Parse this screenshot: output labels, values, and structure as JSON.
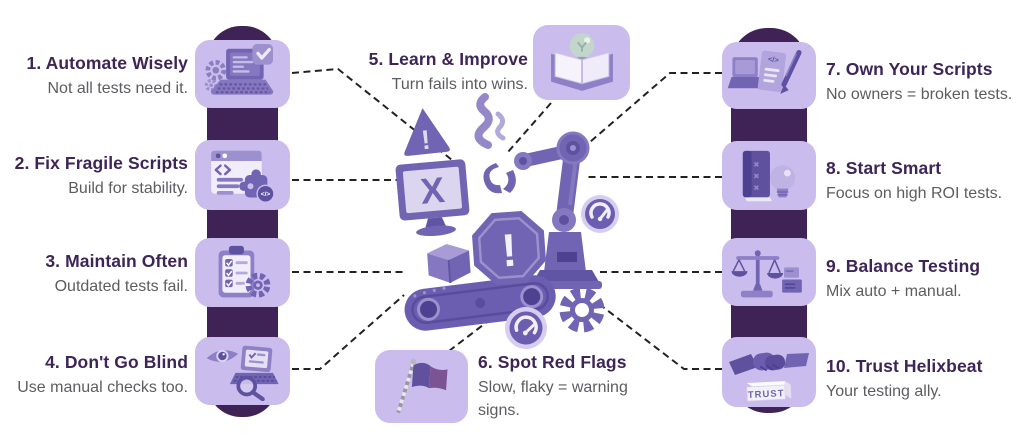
{
  "palette": {
    "background": "#ffffff",
    "bar": "#3f2256",
    "tile": "#cabced",
    "title_text": "#3d2557",
    "body_text": "#5d5c60",
    "connector": "#222222",
    "purple_dark": "#5e51a0",
    "purple_mid": "#7164b2",
    "purple_light": "#9c90cf",
    "purple_pale": "#d6cdf0",
    "bulb_teal": "#c2d6cb",
    "flag_plum": "#7d5493"
  },
  "items": [
    {
      "title": "1. Automate Wisely",
      "subtitle": "Not all tests need it.",
      "icon": "laptop-gear-check-icon",
      "side": "left"
    },
    {
      "title": "2. Fix Fragile Scripts",
      "subtitle": "Build for stability.",
      "icon": "script-window-puzzle-icon",
      "side": "left"
    },
    {
      "title": "3. Maintain Often",
      "subtitle": "Outdated tests fail.",
      "icon": "checklist-gear-icon",
      "side": "left"
    },
    {
      "title": "4. Don't Go Blind",
      "subtitle": "Use manual checks too.",
      "icon": "eye-laptop-magnifier-icon",
      "side": "left"
    },
    {
      "title": "5. Learn & Improve",
      "subtitle": "Turn fails into wins.",
      "icon": "open-book-bulb-icon",
      "side": "top-center"
    },
    {
      "title": "6. Spot Red Flags",
      "subtitle": "Slow, flaky = warning signs.",
      "icon": "red-flag-icon",
      "side": "bottom-center"
    },
    {
      "title": "7. Own Your Scripts",
      "subtitle": "No owners = broken tests.",
      "icon": "laptop-script-pen-icon",
      "side": "right"
    },
    {
      "title": "8. Start Smart",
      "subtitle": "Focus on high ROI tests.",
      "icon": "book-lightbulb-icon",
      "side": "right"
    },
    {
      "title": "9. Balance Testing",
      "subtitle": "Mix auto + manual.",
      "icon": "balance-scale-icon",
      "side": "right"
    },
    {
      "title": "10. Trust Helixbeat",
      "subtitle": "Your testing ally.",
      "icon": "handshake-trust-icon",
      "side": "right"
    }
  ],
  "glyphs": {
    "code": "</>",
    "trust": "TRUST",
    "error_x": "X",
    "exclaim": "!"
  }
}
